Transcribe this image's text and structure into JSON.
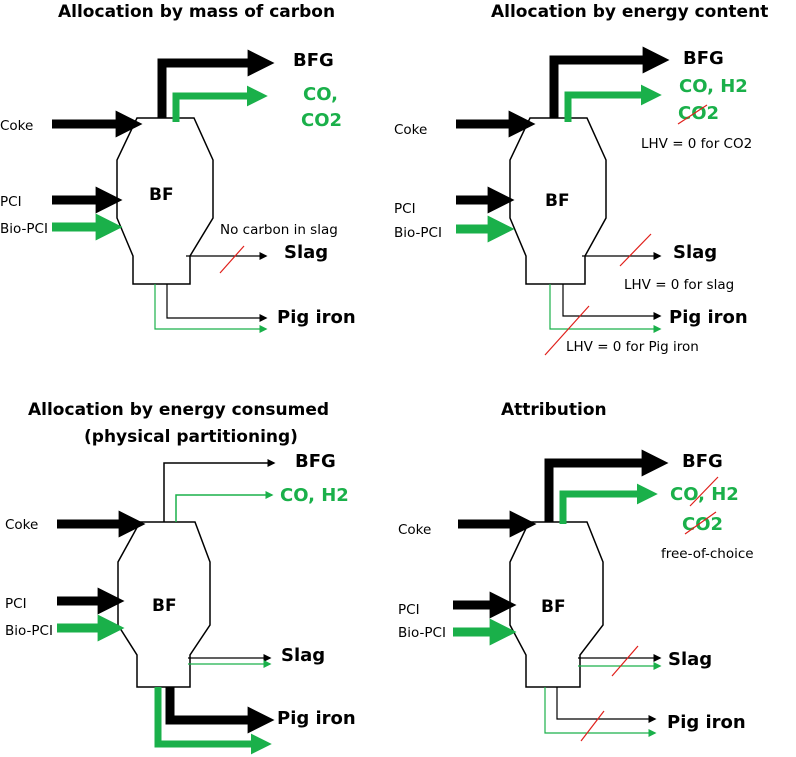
{
  "colors": {
    "green": "#1ab04a",
    "black": "#000000",
    "strike_red": "#e0201b"
  },
  "panels": [
    {
      "title": "Allocation by mass of carbon",
      "furnace_label": "BF",
      "inputs": [
        "Coke",
        "PCI",
        "Bio-PCI"
      ],
      "bfg_label": "BFG",
      "bfg_species": [
        "CO,",
        "CO2"
      ],
      "slag_label": "Slag",
      "slag_note": "No carbon in slag",
      "pig_iron_label": "Pig iron"
    },
    {
      "title": "Allocation by energy content",
      "furnace_label": "BF",
      "inputs": [
        "Coke",
        "PCI",
        "Bio-PCI"
      ],
      "bfg_label": "BFG",
      "bfg_species": [
        "CO, H2",
        "CO2"
      ],
      "bfg_note": "LHV = 0 for CO2",
      "slag_label": "Slag",
      "slag_note": "LHV = 0 for slag",
      "pig_iron_label": "Pig iron",
      "pig_iron_note": "LHV = 0 for Pig iron"
    },
    {
      "title_lines": [
        "Allocation by energy consumed",
        "(physical partitioning)"
      ],
      "furnace_label": "BF",
      "inputs": [
        "Coke",
        "PCI",
        "Bio-PCI"
      ],
      "bfg_label": "BFG",
      "bfg_species": [
        "CO, H2"
      ],
      "slag_label": "Slag",
      "pig_iron_label": "Pig iron"
    },
    {
      "title": "Attribution",
      "furnace_label": "BF",
      "inputs": [
        "Coke",
        "PCI",
        "Bio-PCI"
      ],
      "bfg_label": "BFG",
      "bfg_species": [
        "CO, H2",
        "CO2"
      ],
      "bfg_note": "free-of-choice",
      "slag_label": "Slag",
      "pig_iron_label": "Pig iron"
    }
  ]
}
